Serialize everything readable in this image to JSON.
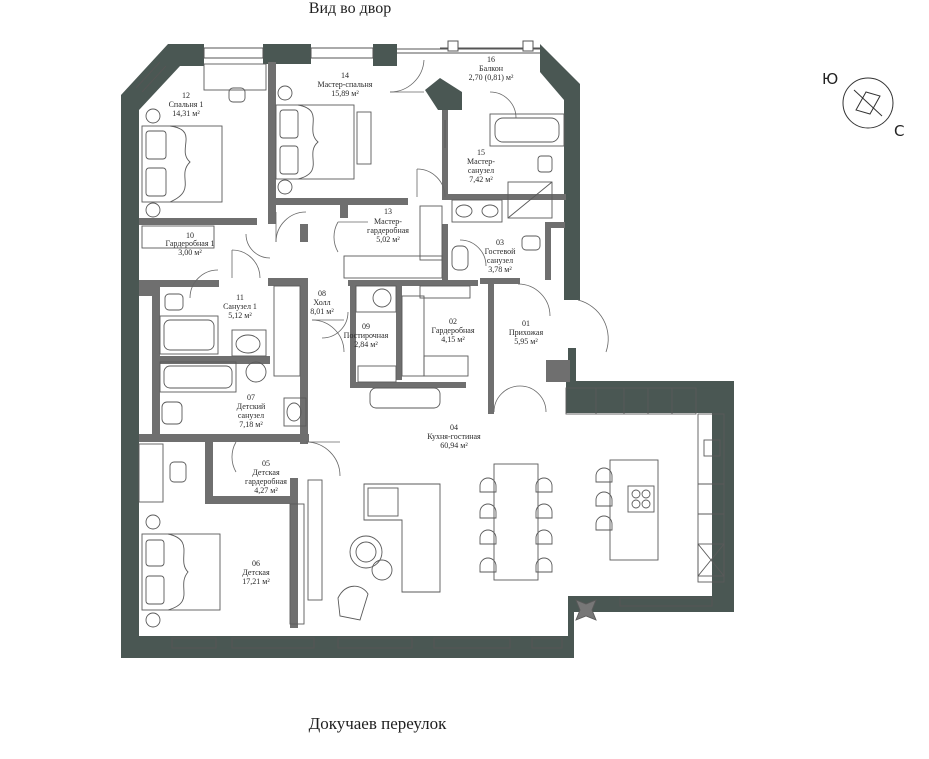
{
  "captions": {
    "top": "Вид во двор",
    "bottom": "Докучаев переулок"
  },
  "compass": {
    "south": "Ю",
    "north": "С"
  },
  "rooms": [
    {
      "id": "01",
      "name": "Прихожая",
      "area": "5,95 м²"
    },
    {
      "id": "02",
      "name": "Гардеробная",
      "area": "4,15 м²"
    },
    {
      "id": "03",
      "name": "Гостевой санузел",
      "area": "3,78 м²"
    },
    {
      "id": "04",
      "name": "Кухня-гостиная",
      "area": "60,94 м²"
    },
    {
      "id": "05",
      "name": "Детская гардеробная",
      "area": "4,27 м²"
    },
    {
      "id": "06",
      "name": "Детская",
      "area": "17,21 м²"
    },
    {
      "id": "07",
      "name": "Детский санузел",
      "area": "7,18 м²"
    },
    {
      "id": "08",
      "name": "Холл",
      "area": "8,01 м²"
    },
    {
      "id": "09",
      "name": "Постирочная",
      "area": "2,84 м²"
    },
    {
      "id": "10",
      "name": "Гардеробная 1",
      "area": "3,00 м²"
    },
    {
      "id": "11",
      "name": "Санузел 1",
      "area": "5,12 м²"
    },
    {
      "id": "12",
      "name": "Спальня 1",
      "area": "14,31 м²"
    },
    {
      "id": "13",
      "name": "Мастер-гардеробная",
      "area": "5,02 м²"
    },
    {
      "id": "14",
      "name": "Мастер-спальня",
      "area": "15,89 м²"
    },
    {
      "id": "15",
      "name": "Мастер-санузел",
      "area": "7,42 м²"
    },
    {
      "id": "16",
      "name": "Балкон",
      "area": "2,70 (0,81) м²"
    }
  ],
  "colors": {
    "wall": "#4a5753",
    "line": "#555555",
    "background": "#ffffff"
  }
}
